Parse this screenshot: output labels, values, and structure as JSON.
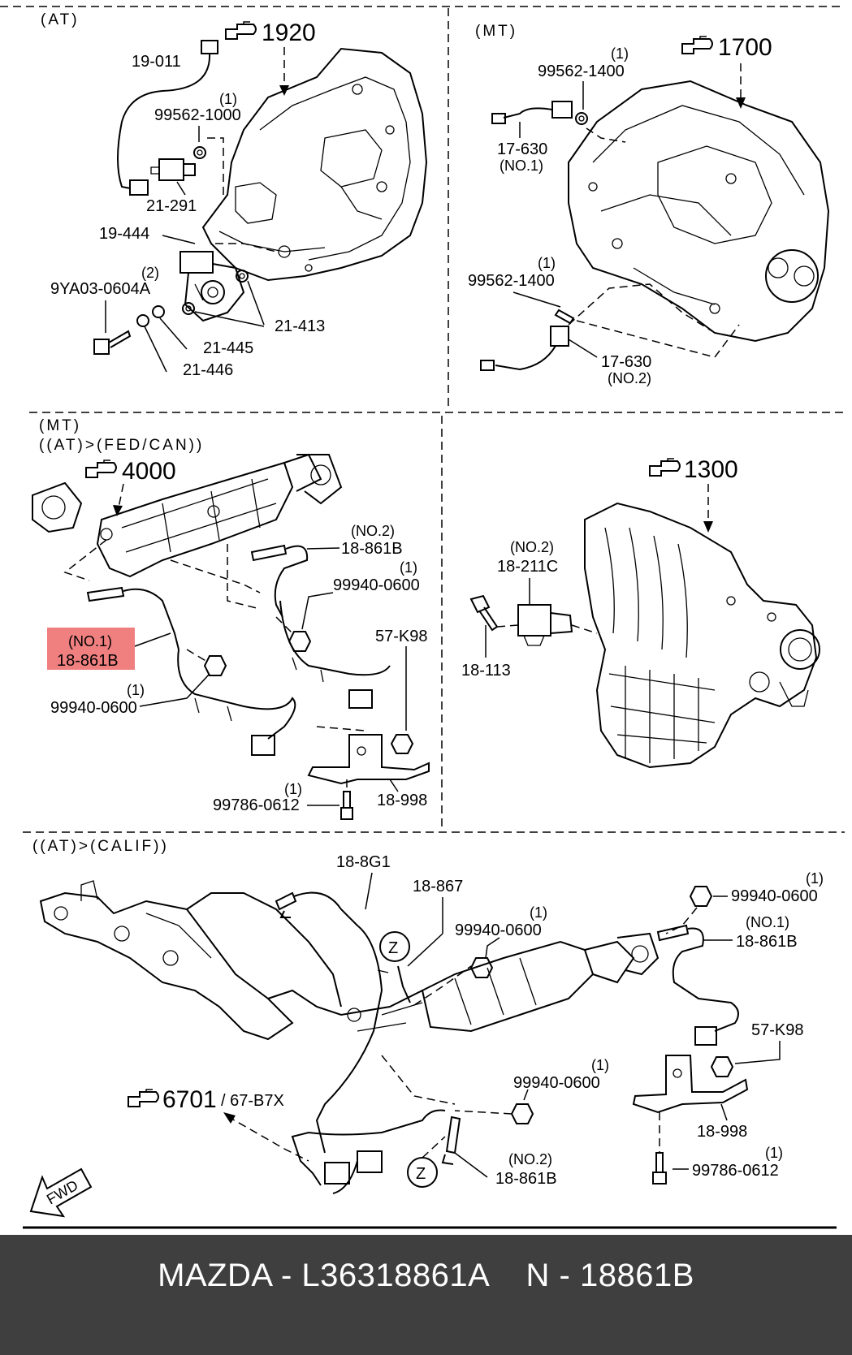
{
  "sections": {
    "top_left": {
      "header": "(AT)",
      "ref": "1920",
      "labels": {
        "l19011": "19-011",
        "l99562_1000_qty": "(1)",
        "l99562_1000": "99562-1000",
        "l21291": "21-291",
        "l19444": "19-444",
        "l9ya03_qty": "(2)",
        "l9ya03": "9YA03-0604A",
        "l21413": "21-413",
        "l21445": "21-445",
        "l21446": "21-446"
      }
    },
    "top_right": {
      "header": "(MT)",
      "ref": "1700",
      "labels": {
        "a_qty": "(1)",
        "a_part": "99562-1400",
        "b_part": "17-630",
        "b_no": "(NO.1)",
        "c_qty": "(1)",
        "c_part": "99562-1400",
        "d_part": "17-630",
        "d_no": "(NO.2)"
      }
    },
    "mid_left": {
      "header1": "(MT)",
      "header2": "((AT)>(FED/CAN))",
      "ref": "4000",
      "labels": {
        "no2": "(NO.2)",
        "s18861b_2": "18-861B",
        "q1a": "(1)",
        "n99940a": "99940-0600",
        "no1": "(NO.1)",
        "s18861b_1": "18-861B",
        "q1b": "(1)",
        "n99940b": "99940-0600",
        "k98": "57-K98",
        "q1c": "(1)",
        "b99786": "99786-0612",
        "s18998": "18-998"
      }
    },
    "mid_right": {
      "ref": "1300",
      "labels": {
        "no2": "(NO.2)",
        "s18211c": "18-211C",
        "s18113": "18-113"
      }
    },
    "bottom": {
      "header": "((AT)>(CALIF))",
      "ref_main": "6701",
      "ref_alt": "/ 67-B7X",
      "labels": {
        "g1": "18-8G1",
        "s867": "18-867",
        "z1": "Z",
        "z2": "Z",
        "qa": "(1)",
        "na": "99940-0600",
        "qb": "(1)",
        "nb": "99940-0600",
        "no1": "(NO.1)",
        "s861b1": "18-861B",
        "k98": "57-K98",
        "qc": "(1)",
        "nc": "99940-0600",
        "s998": "18-998",
        "qd": "(1)",
        "b99786": "99786-0612",
        "no2": "(NO.2)",
        "s861b2": "18-861B",
        "fwd": "FWD"
      }
    }
  },
  "highlight_color": "#f08080",
  "footer": {
    "text": "MAZDA - L36318861A    N - 18861B"
  }
}
